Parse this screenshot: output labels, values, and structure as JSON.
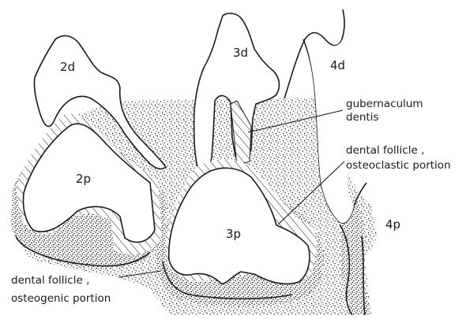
{
  "teeth": {
    "t2d": "2d",
    "t3d": "3d",
    "t4d": "4d",
    "t2p": "2p",
    "t3p": "3p",
    "t4p": "4p"
  },
  "labels": {
    "gubernaculum_line1": "gubernaculum",
    "gubernaculum_line2": "dentis",
    "follicle_osteoclastic_line1": "dental follicle ,",
    "follicle_osteoclastic_line2": "osteoclastic portion",
    "follicle_osteogenic_line1": "dental follicle ,",
    "follicle_osteogenic_line2": "osteogenic portion"
  }
}
